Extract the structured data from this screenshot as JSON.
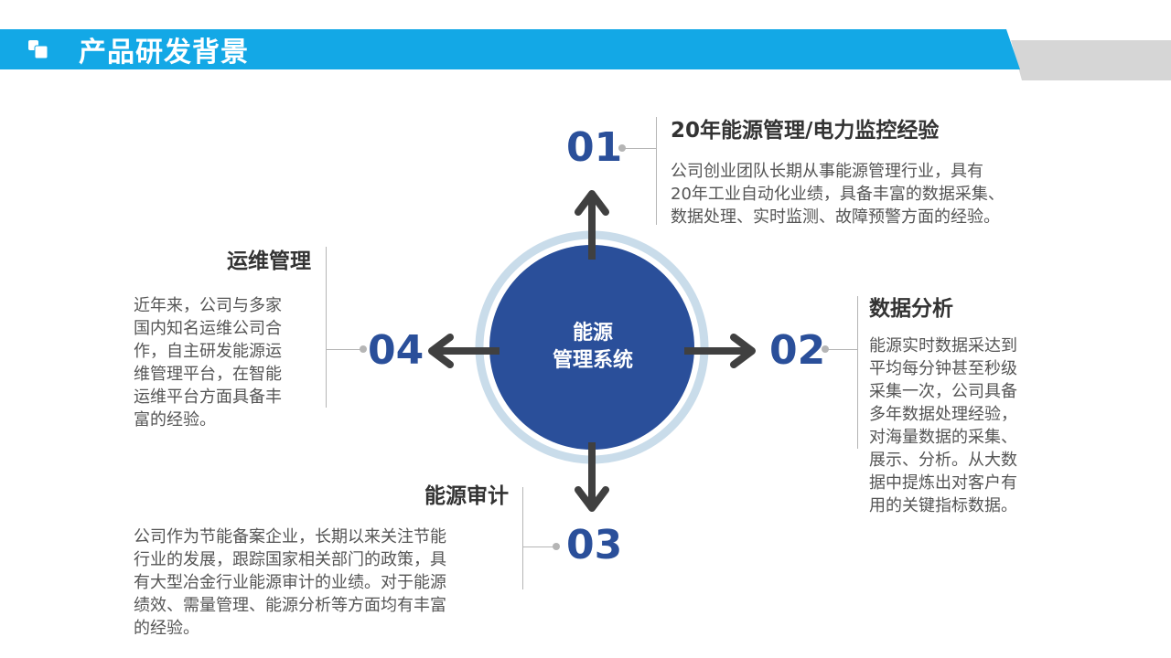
{
  "header": {
    "title": "产品研发背景",
    "accent_color": "#13a8e6",
    "gray_color": "#d6d6d6"
  },
  "center": {
    "line1": "能源",
    "line2": "管理系统",
    "circle_color": "#2a4f9a",
    "ring_color": "#c9dcea",
    "arrow_color": "#404040"
  },
  "items": [
    {
      "number": "01",
      "title": "20年能源管理/电力监控经验",
      "lines": [
        "公司创业团队长期从事能源管理行业，具有",
        "20年工业自动化业绩，具备丰富的数据采集、",
        "数据处理、实时监测、故障预警方面的经验。"
      ]
    },
    {
      "number": "02",
      "title": "数据分析",
      "lines": [
        "能源实时数据采达到",
        "平均每分钟甚至秒级",
        "采集一次，公司具备",
        "多年数据处理经验，",
        "对海量数据的采集、",
        "展示、分析。从大数",
        "据中提炼出对客户有",
        "用的关键指标数据。"
      ]
    },
    {
      "number": "03",
      "title": "能源审计",
      "lines": [
        "公司作为节能备案企业，长期以来关注节能",
        "行业的发展，跟踪国家相关部门的政策，具",
        "有大型冶金行业能源审计的业绩。对于能源",
        "绩效、需量管理、能源分析等方面均有丰富",
        "的经验。"
      ]
    },
    {
      "number": "04",
      "title": "运维管理",
      "lines": [
        "近年来，公司与多家",
        "国内知名运维公司合",
        "作，自主研发能源运",
        "维管理平台，在智能",
        "运维平台方面具备丰",
        "富的经验。"
      ]
    }
  ]
}
